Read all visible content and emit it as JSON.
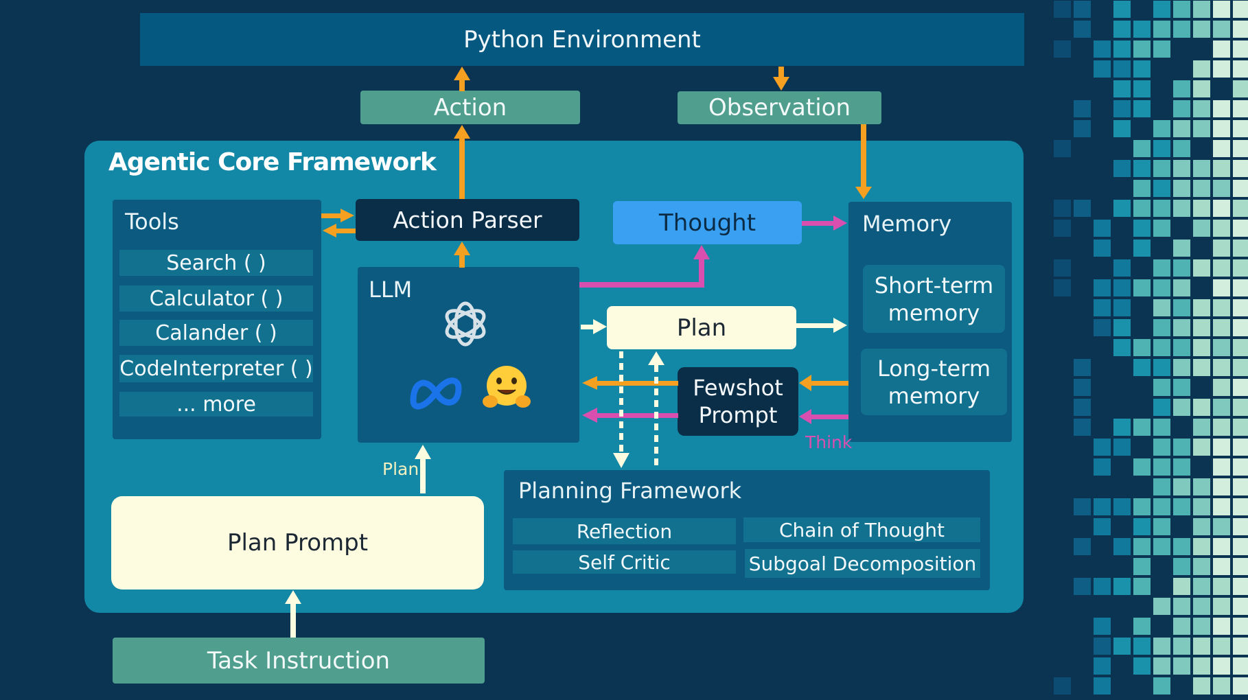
{
  "python_environment": "Python Environment",
  "action": "Action",
  "observation": "Observation",
  "framework_title": "Agentic Core Framework",
  "tools": {
    "title": "Tools",
    "items": [
      "Search ( )",
      "Calculator ( )",
      "Calander ( )",
      "CodeInterpreter ( )",
      "... more"
    ]
  },
  "action_parser": "Action Parser",
  "thought": "Thought",
  "memory": {
    "title": "Memory",
    "short_term": "Short-term memory",
    "long_term": "Long-term memory"
  },
  "llm": {
    "title": "LLM",
    "icons": [
      "openai-logo-icon",
      "meta-logo-icon",
      "hugging-face-icon"
    ]
  },
  "plan": "Plan",
  "fewshot_prompt": "Fewshot Prompt",
  "think_label": "Think",
  "plan_arrow_label": "Plan",
  "plan_prompt": "Plan Prompt",
  "task_instruction": "Task Instruction",
  "planning_framework": {
    "title": "Planning Framework",
    "items": [
      "Reflection",
      "Chain of Thought",
      "Self Critic",
      "Subgoal Decomposition"
    ]
  },
  "colors": {
    "background": "#0b3352",
    "framework": "#1287a6",
    "orange_arrow": "#f5a020",
    "pink_arrow": "#d94fb0",
    "thought": "#3aa0f2",
    "cream": "#fdfbe0",
    "teal_label": "#4f9e8e"
  }
}
